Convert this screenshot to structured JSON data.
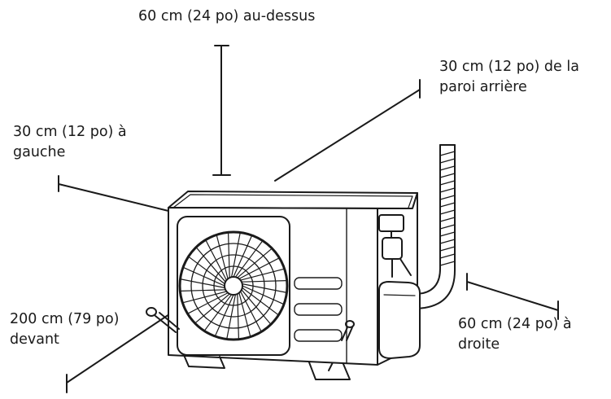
{
  "clearances": {
    "top": {
      "line1": "60 cm (24 po) au-dessus"
    },
    "back": {
      "line1": "30 cm (12 po) de la",
      "line2": "paroi arrière"
    },
    "left": {
      "line1": "30 cm (12 po) à",
      "line2": "gauche"
    },
    "front": {
      "line1": "200 cm (79 po)",
      "line2": "devant"
    },
    "right": {
      "line1": "60 cm (24 po) à",
      "line2": "droite"
    }
  },
  "colors": {
    "ink": "#1a1a1a",
    "background": "#ffffff"
  },
  "icons": [
    "fan-grille-icon",
    "refrigerant-pipe-icon",
    "service-valve-icon",
    "mounting-bolt-icon"
  ]
}
